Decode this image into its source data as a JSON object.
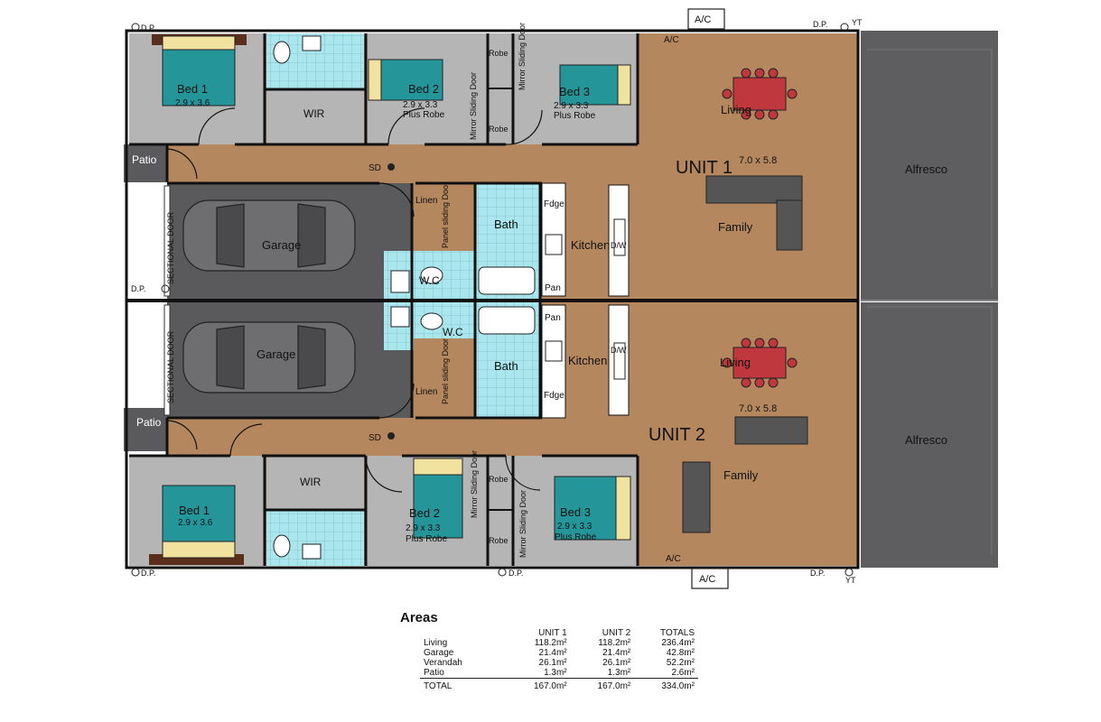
{
  "plan": {
    "unit1": {
      "title": "UNIT 1",
      "bed1": "Bed 1",
      "bed1_size": "2.9 x 3.6",
      "bed2": "Bed 2",
      "bed2_size": "2.9 x 3.3",
      "bed2_robe": "Plus Robe",
      "bed3": "Bed 3",
      "bed3_size": "2.9 x 3.3",
      "bed3_robe": "Plus Robe",
      "wir": "WIR",
      "robe_a": "Robe",
      "robe_b": "Robe",
      "mirror1": "Mirror Sliding Door",
      "mirror2": "Mirror Sliding Door",
      "living": "Living",
      "living_size": "7.0 x 5.8",
      "family": "Family",
      "kitchen": "Kitchen",
      "fdge": "Fdge",
      "pan": "Pan",
      "dw": "D/W",
      "bath": "Bath",
      "wc": "W.C",
      "linen": "Linen",
      "panel_door": "Panel sliding Door",
      "garage": "Garage",
      "sectional": "SECTIONAL DOOR",
      "patio": "Patio",
      "sd": "SD",
      "ac": "A/C",
      "ac_unit": "A/C",
      "alfresco": "Alfresco"
    },
    "unit2": {
      "title": "UNIT 2",
      "bed1": "Bed 1",
      "bed1_size": "2.9 x 3.6",
      "bed2": "Bed 2",
      "bed2_size": "2.9 x 3.3",
      "bed2_robe": "Plus Robe",
      "bed3": "Bed 3",
      "bed3_size": "2.9 x 3.3",
      "bed3_robe": "Plus Robe",
      "wir": "WIR",
      "robe_a": "Robe",
      "robe_b": "Robe",
      "mirror1": "Mirror Sliding Door",
      "mirror2": "Mirror Sliding Door",
      "living": "Living",
      "living_size": "7.0 x 5.8",
      "family": "Family",
      "kitchen": "Kitchen",
      "fdge": "Fdge",
      "pan": "Pan",
      "dw": "D/W",
      "bath": "Bath",
      "wc": "W.C",
      "linen": "Linen",
      "panel_door": "Panel sliding Door",
      "garage": "Garage",
      "sectional": "SECTIONAL DOOR",
      "patio": "Patio",
      "sd": "SD",
      "ac": "A/C",
      "ac_unit": "A/C",
      "alfresco": "Alfresco"
    },
    "markers": {
      "dp": "D.P.",
      "yt": "YT"
    },
    "colors": {
      "bedroom": "#b5b5b5",
      "living": "#b5875e",
      "wet": "#a9e6ee",
      "garage": "#5a5a5c",
      "alfresco": "#5e5e60",
      "wall": "#111111",
      "bed": "#24969a",
      "dining": "#c0383d",
      "sofa": "#555555"
    }
  },
  "areas": {
    "title": "Areas",
    "headers": [
      "",
      "UNIT 1",
      "UNIT 2",
      "TOTALS"
    ],
    "rows": [
      {
        "label": "Living",
        "u1": "118.2m²",
        "u2": "118.2m²",
        "total": "236.4m²"
      },
      {
        "label": "Garage",
        "u1": "21.4m²",
        "u2": "21.4m²",
        "total": "42.8m²"
      },
      {
        "label": "Verandah",
        "u1": "26.1m²",
        "u2": "26.1m²",
        "total": "52.2m²"
      },
      {
        "label": "Patio",
        "u1": "1.3m²",
        "u2": "1.3m²",
        "total": "2.6m²"
      }
    ],
    "total": {
      "label": "TOTAL",
      "u1": "167.0m²",
      "u2": "167.0m²",
      "total": "334.0m²"
    }
  }
}
